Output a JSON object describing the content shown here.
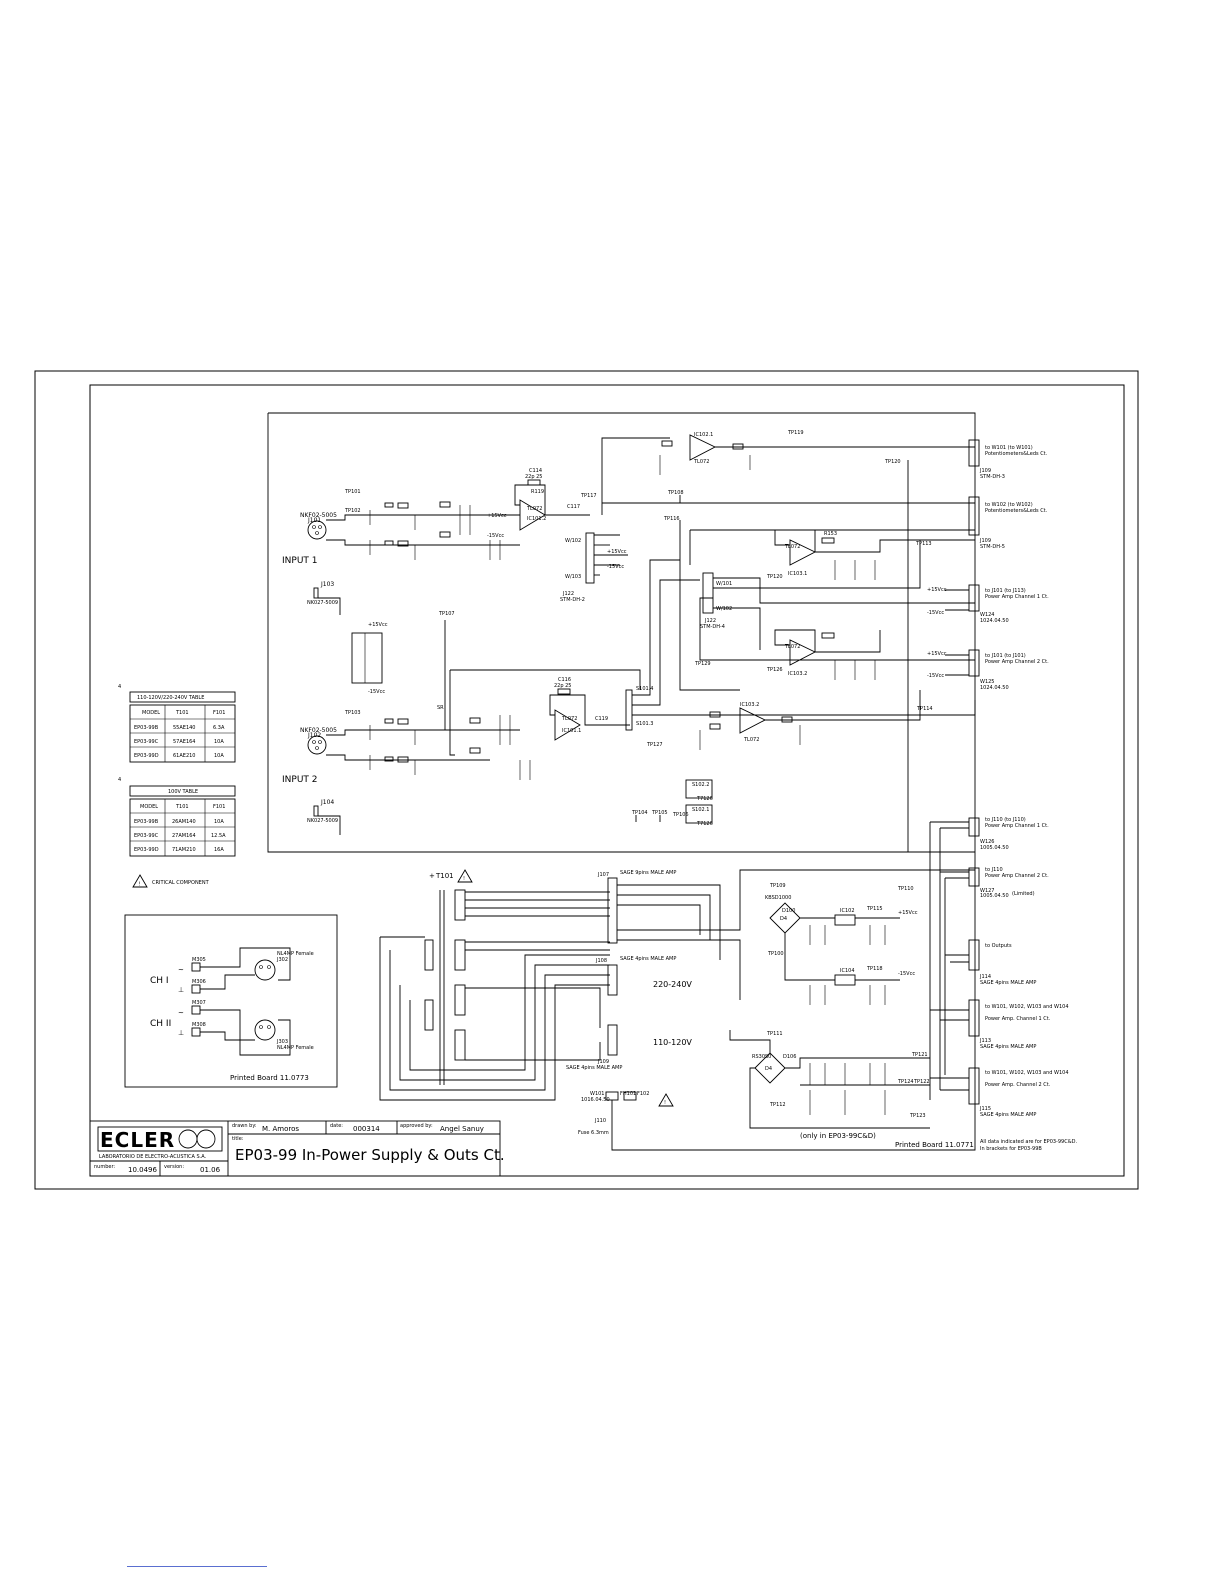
{
  "header": {
    "logo": "ECLER",
    "company": "LABORATORIO DE ELECTRO-ACUSTICA S.A.",
    "drawn_by_label": "drawn by:",
    "drawn_by": "M. Amoros",
    "date_label": "date:",
    "date": "000314",
    "approved_label": "approved by:",
    "approved_by": "Angel Sanuy",
    "title_label": "title:",
    "title": "EP03-99 In-Power Supply & Outs Ct.",
    "number_label": "number:",
    "number": "10.0496",
    "version_label": "version:",
    "version": "01.06"
  },
  "inputs": {
    "in1": "INPUT 1",
    "in2": "INPUT 2",
    "j101": "J101",
    "j102": "J102",
    "j103": "J103",
    "j104": "J104",
    "xlr1": "NKF02-5005",
    "xlr2": "NKF02-5005"
  },
  "table_a": {
    "title": "110-120V/220-240V TABLE",
    "headers": [
      "MODEL",
      "T101",
      "F101"
    ],
    "rows": [
      [
        "EP03-99B",
        "55AE140",
        "6.3A"
      ],
      [
        "EP03-99C",
        "57AE164",
        "10A"
      ],
      [
        "EP03-99D",
        "61AE210",
        "10A"
      ]
    ]
  },
  "table_b": {
    "title": "100V TABLE",
    "headers": [
      "MODEL",
      "T101",
      "F101"
    ],
    "rows": [
      [
        "EP03-99B",
        "26AM140",
        "10A"
      ],
      [
        "EP03-99C",
        "27AM164",
        "12.5A"
      ],
      [
        "EP03-99D",
        "71AM210",
        "16A"
      ]
    ]
  },
  "critical_label": "CRITICAL COMPONENT",
  "small_board": {
    "ch1": "CH I",
    "ch2": "CH II",
    "ref_top": "M305",
    "ref_top2": "M306",
    "ref_bot": "M307",
    "ref_bot2": "M308",
    "j302": "J302",
    "j303": "J303",
    "speakon1": "NL4MP Female",
    "speakon2": "NL4MP Female",
    "board": "Printed Board 11.0773"
  },
  "power": {
    "t101": "T101",
    "v220": "220-240V",
    "v110": "110-120V",
    "j107": "J107",
    "j108": "J108",
    "j109": "J109",
    "fuse": "Fuse 6.3mm",
    "j110": "J110",
    "only": "(only in EP03-99C&D)",
    "board": "Printed Board 11.0771",
    "note1": "All data indicated are for EP03-99C&D.",
    "note2": "In brackets for EP03-99B"
  },
  "connectors": [
    {
      "line1": "to W101 (to W101)",
      "line2": "Potentiometers&Leds Ct."
    },
    {
      "line1": "to W102 (to W102)",
      "line2": "Potentiometers&Leds Ct."
    },
    {
      "line1": "to J101 (to J113)",
      "line2": "Power Amp Channel 1 Ct."
    },
    {
      "line1": "to J101 (to J101)",
      "line2": "Power Amp Channel 2 Ct."
    },
    {
      "line1": "to J110 (to J110)",
      "line2": "Power Amp Channel 1 Ct."
    },
    {
      "line1": "to J110",
      "line2": "Power Amp Channel 2 Ct."
    },
    {
      "line1": "to Outputs",
      "line2": ""
    },
    {
      "line1": "to W101, W102, W103 and W104",
      "line2": "Power Amp. Channel 1 Ct."
    },
    {
      "line1": "to W101, W102, W103 and W104",
      "line2": "Power Amp. Channel 2 Ct."
    }
  ],
  "rails": {
    "pos": "+15Vcc",
    "neg": "-15Vcc"
  }
}
